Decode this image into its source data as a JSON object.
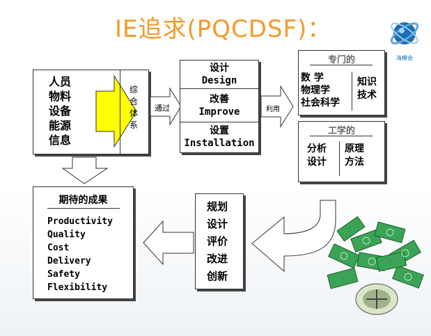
{
  "title": "IE追求(PQCDSF)：",
  "inputs": {
    "items": [
      "人员",
      "物料",
      "设备",
      "能源",
      "信息"
    ],
    "combine_label": "综\n合\n体\n系"
  },
  "through_label": "通过",
  "methods": [
    {
      "cn": "设计",
      "en": "Design"
    },
    {
      "cn": "改善",
      "en": "Improve"
    },
    {
      "cn": "设置",
      "en": "Installation"
    }
  ],
  "use_label": "利用",
  "specialized": {
    "header": "专门的",
    "left": [
      "数 学",
      "物理学",
      "社会科学"
    ],
    "right": [
      "知识",
      "技术"
    ]
  },
  "engineering": {
    "header": "工学的",
    "left": [
      "分析",
      "设计"
    ],
    "right": [
      "原理",
      "方法"
    ]
  },
  "results": {
    "header": "期待的成果",
    "items": [
      "Productivity",
      "Quality",
      "Cost",
      "Delivery",
      "Safety",
      "Flexibility"
    ]
  },
  "activities": [
    "规划",
    "设计",
    "评价",
    "改进",
    "创新"
  ],
  "logo": {
    "caption": "海模会"
  },
  "colors": {
    "title": "#f39a2b",
    "highlight_arrow": "#ffff00",
    "money_green": "#3aa356",
    "logo_blue": "#1b6fb2"
  }
}
